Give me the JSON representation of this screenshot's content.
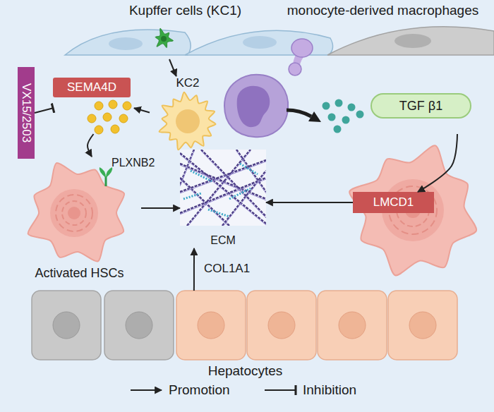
{
  "diagram": {
    "nodes": [
      {
        "text": [
          "Kupffer cells (KC1)"
        ]
      },
      {
        "text": [
          "monocyte-derived macrophages"
        ]
      },
      {
        "text": [
          "VX15/2503"
        ]
      },
      {
        "text": [
          "SEMA4D"
        ]
      },
      {
        "text": [
          "KC2"
        ]
      },
      {
        "text": [
          "TGF β1"
        ]
      },
      {
        "text": [
          "Activated HSCs"
        ]
      },
      {
        "text": [
          "ECM"
        ]
      },
      {
        "text": [
          "LMCD1"
        ]
      },
      {
        "text": [
          "Hepatocytes"
        ]
      }
    ],
    "edges": [
      {
        "from": 0,
        "to": 4,
        "arrow": "to"
      },
      {
        "from": 4,
        "to": 3,
        "arrow": "to"
      },
      {
        "from": 2,
        "to": 3,
        "arrow": "to"
      },
      {
        "from": 3,
        "to": 6,
        "arrow": "to"
      },
      {
        "from": 6,
        "to": 7,
        "arrow": "to"
      },
      {
        "from": 5,
        "to": 8,
        "arrow": "to"
      },
      {
        "from": 8,
        "to": 7,
        "arrow": "to"
      },
      {
        "from": 9,
        "to": 7,
        "label": "COL1A1",
        "arrow": "to"
      }
    ],
    "labels": [
      "PLXNB2"
    ],
    "legend": [
      {
        "text": "Promotion"
      },
      {
        "text": "Inhibition"
      }
    ]
  }
}
